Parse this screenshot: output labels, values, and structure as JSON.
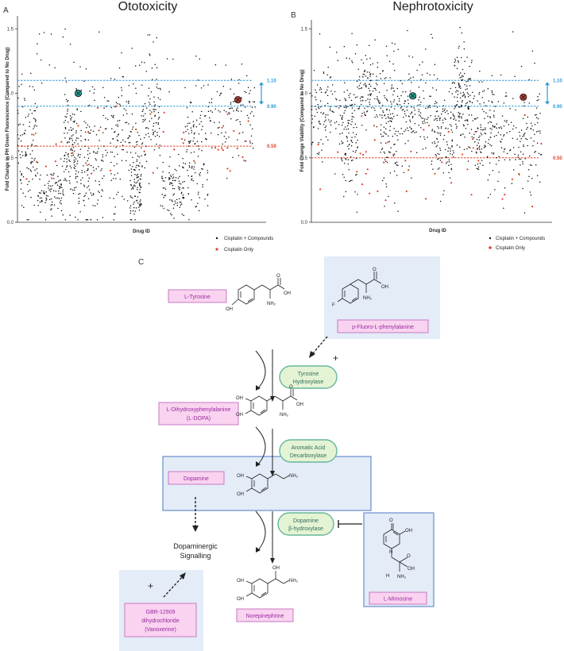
{
  "panels": {
    "a": {
      "letter": "A",
      "title": "Ototoxicity"
    },
    "b": {
      "letter": "B",
      "title": "Nephrotoxicity"
    },
    "c": {
      "letter": "C"
    }
  },
  "chart_data": [
    {
      "type": "scatter",
      "title": "Ototoxicity",
      "xlabel": "Drug ID",
      "ylabel": "Fold Change in PH Green Fluorescence (Compared to No Drug)",
      "ylim": [
        0,
        1.6
      ],
      "yticks": [
        "0.0",
        "0.5",
        "1.0",
        "1.5"
      ],
      "x_range": [
        0,
        1000
      ],
      "reference_lines": [
        {
          "value": 1.1,
          "label": "1.10",
          "color": "#2a9ad8"
        },
        {
          "value": 0.9,
          "label": "0.90",
          "color": "#2a9ad8"
        },
        {
          "value": 0.59,
          "label": "0.59",
          "color": "#e0442a"
        }
      ],
      "highlight_points": [
        {
          "x": 255,
          "y": 1.0,
          "kind": "teal-cross"
        },
        {
          "x": 925,
          "y": 0.95,
          "kind": "red-cross"
        }
      ],
      "series": [
        {
          "name": "Cisplatin + Compounds",
          "color": "#111111",
          "count": 1100
        },
        {
          "name": "Cisplatin Only",
          "color": "#e0442a",
          "count": 45
        }
      ],
      "segments": [
        {
          "from": 0,
          "to": 85,
          "mean": 0.55,
          "sd": 0.25
        },
        {
          "from": 85,
          "to": 195,
          "mean": 0.22,
          "sd": 0.1
        },
        {
          "from": 195,
          "to": 250,
          "mean": 0.6,
          "sd": 0.25
        },
        {
          "from": 250,
          "to": 360,
          "mean": 0.45,
          "sd": 0.25
        },
        {
          "from": 360,
          "to": 470,
          "mean": 0.65,
          "sd": 0.28
        },
        {
          "from": 470,
          "to": 520,
          "mean": 0.35,
          "sd": 0.2
        },
        {
          "from": 520,
          "to": 600,
          "mean": 0.8,
          "sd": 0.2
        },
        {
          "from": 600,
          "to": 700,
          "mean": 0.25,
          "sd": 0.12
        },
        {
          "from": 700,
          "to": 800,
          "mean": 0.55,
          "sd": 0.25
        },
        {
          "from": 800,
          "to": 1000,
          "mean": 0.85,
          "sd": 0.15
        }
      ],
      "legend_position": "bottom-right",
      "grid": false
    },
    {
      "type": "scatter",
      "title": "Nephrotoxicity",
      "xlabel": "Drug ID",
      "ylabel": "Fold Change Viability (Compared to No Drug)",
      "ylim": [
        0,
        1.6
      ],
      "yticks": [
        "0.0",
        "0.5",
        "1.0",
        "1.5"
      ],
      "x_range": [
        0,
        1000
      ],
      "reference_lines": [
        {
          "value": 1.1,
          "label": "1.10",
          "color": "#2a9ad8"
        },
        {
          "value": 0.9,
          "label": "0.90",
          "color": "#2a9ad8"
        },
        {
          "value": 0.5,
          "label": "0.50",
          "color": "#e0442a"
        }
      ],
      "highlight_points": [
        {
          "x": 440,
          "y": 0.98,
          "kind": "teal-cross"
        },
        {
          "x": 920,
          "y": 0.97,
          "kind": "red-cross"
        }
      ],
      "series": [
        {
          "name": "Cisplatin + Compounds",
          "color": "#111111",
          "count": 1100
        },
        {
          "name": "Cisplatin Only",
          "color": "#e0442a",
          "count": 45
        }
      ],
      "segments": [
        {
          "from": 0,
          "to": 130,
          "mean": 0.85,
          "sd": 0.15
        },
        {
          "from": 130,
          "to": 200,
          "mean": 0.7,
          "sd": 0.25
        },
        {
          "from": 200,
          "to": 300,
          "mean": 1.0,
          "sd": 0.15
        },
        {
          "from": 300,
          "to": 380,
          "mean": 0.75,
          "sd": 0.25
        },
        {
          "from": 380,
          "to": 520,
          "mean": 0.85,
          "sd": 0.18
        },
        {
          "from": 520,
          "to": 620,
          "mean": 0.65,
          "sd": 0.2
        },
        {
          "from": 620,
          "to": 700,
          "mean": 0.95,
          "sd": 0.18
        },
        {
          "from": 700,
          "to": 800,
          "mean": 0.7,
          "sd": 0.2
        },
        {
          "from": 800,
          "to": 1000,
          "mean": 0.65,
          "sd": 0.2
        }
      ],
      "legend_position": "bottom-right",
      "grid": false
    }
  ],
  "pathway": {
    "compounds": {
      "tyrosine": "L-Tyrosine",
      "pfluoro": "p-Fluoro-L-phenylalanine",
      "ldopa_line1": "L-Dihydroxyphenylalanine",
      "ldopa_line2": "(L-DOPA)",
      "dopamine": "Dopamine",
      "norepinephrine": "Norepinephrine",
      "mimosine": "L-Mimosine",
      "gbr_line1": "GBR-12909",
      "gbr_line2": "dihydrochloride",
      "gbr_line3": "(Vanoxerine)"
    },
    "enzymes": {
      "th_line1": "Tyrosine",
      "th_line2": "Hydroxylase",
      "aad_line1": "Aromatic Acid",
      "aad_line2": "Decarboxylase",
      "dbh_line1": "Dopamine",
      "dbh_line2": "β-hydroxylase"
    },
    "signalling_line1": "Dopaminergic",
    "signalling_line2": "Signalling",
    "plus_sign": "+",
    "atoms": {
      "oh": "OH",
      "nh2": "NH₂",
      "o": "O",
      "f": "F",
      "n": "N",
      "h": "H"
    }
  },
  "colors": {
    "blue_ref": "#2a9ad8",
    "red_ref": "#e0442a",
    "teal_marker": "#1fa79a",
    "red_marker": "#c0392b",
    "pill_fill": "#f9d3f0",
    "pill_stroke": "#c87ac2",
    "enzyme_fill": "#e4f3d4",
    "enzyme_stroke": "#66b79a",
    "box_fill": "#e4ecf8",
    "box_stroke": "#4a78c2"
  }
}
